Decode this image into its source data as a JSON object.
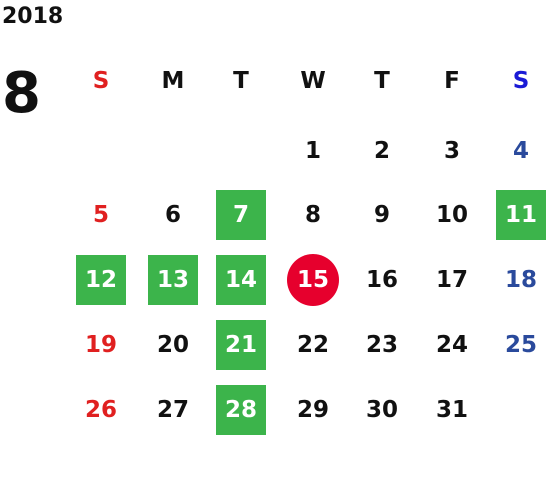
{
  "calendar": {
    "year": "2018",
    "month": "8",
    "weekdays": [
      {
        "label": "S",
        "color": "#e02020"
      },
      {
        "label": "M",
        "color": "#111111"
      },
      {
        "label": "T",
        "color": "#111111"
      },
      {
        "label": "W",
        "color": "#111111"
      },
      {
        "label": "T",
        "color": "#111111"
      },
      {
        "label": "F",
        "color": "#111111"
      },
      {
        "label": "S",
        "color": "#1a1ad6"
      }
    ],
    "day_colors": {
      "sunday": "#e02020",
      "saturday": "#2a4a9c",
      "weekday": "#111111",
      "highlight_bg": "#3cb44b",
      "today_bg": "#e6002d"
    },
    "first_weekday_index": 3,
    "days": [
      {
        "n": "1"
      },
      {
        "n": "2"
      },
      {
        "n": "3"
      },
      {
        "n": "4"
      },
      {
        "n": "5"
      },
      {
        "n": "6"
      },
      {
        "n": "7",
        "state": "highlight"
      },
      {
        "n": "8"
      },
      {
        "n": "9"
      },
      {
        "n": "10"
      },
      {
        "n": "11",
        "state": "highlight"
      },
      {
        "n": "12",
        "state": "highlight"
      },
      {
        "n": "13",
        "state": "highlight"
      },
      {
        "n": "14",
        "state": "highlight"
      },
      {
        "n": "15",
        "state": "today"
      },
      {
        "n": "16"
      },
      {
        "n": "17"
      },
      {
        "n": "18"
      },
      {
        "n": "19"
      },
      {
        "n": "20"
      },
      {
        "n": "21",
        "state": "highlight"
      },
      {
        "n": "22"
      },
      {
        "n": "23"
      },
      {
        "n": "24"
      },
      {
        "n": "25"
      },
      {
        "n": "26"
      },
      {
        "n": "27"
      },
      {
        "n": "28",
        "state": "highlight"
      },
      {
        "n": "29"
      },
      {
        "n": "30"
      },
      {
        "n": "31"
      }
    ]
  }
}
